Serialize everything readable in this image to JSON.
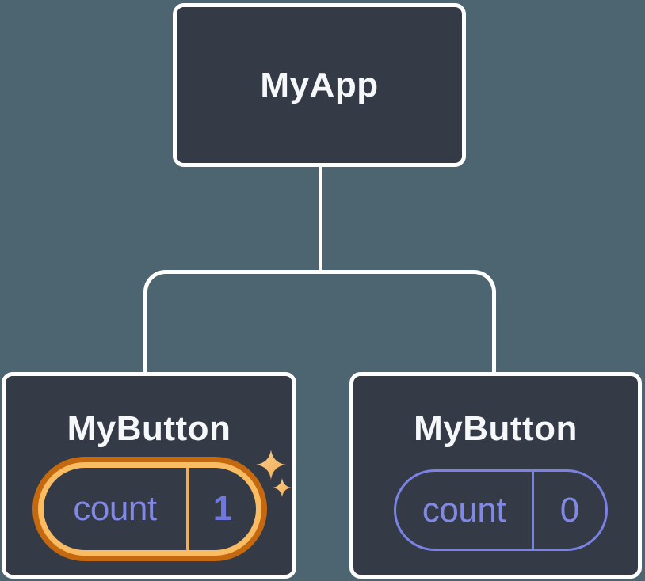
{
  "diagram": {
    "title": "component-tree",
    "root": {
      "label": "MyApp"
    },
    "children": [
      {
        "label": "MyButton",
        "state_key": "count",
        "state_value": "1",
        "highlighted": true
      },
      {
        "label": "MyButton",
        "state_key": "count",
        "state_value": "0",
        "highlighted": false
      }
    ]
  },
  "icons": {
    "sparkles": "sparkles-icon"
  },
  "colors": {
    "background": "#4C6570",
    "node_background": "#343A46",
    "node_border": "#FFFFFF",
    "connector": "#FFFFFF",
    "title_text": "#F6F7F9",
    "state_text": "#8289E5",
    "state_value_highlighted": "#7077DD",
    "pill_border": "#7B82E5",
    "highlight_ring_outer": "#C4690F",
    "highlight_ring_inner": "#F9BC63",
    "highlight_divider": "#F2AD58",
    "sparkle": "#F6BA62"
  }
}
